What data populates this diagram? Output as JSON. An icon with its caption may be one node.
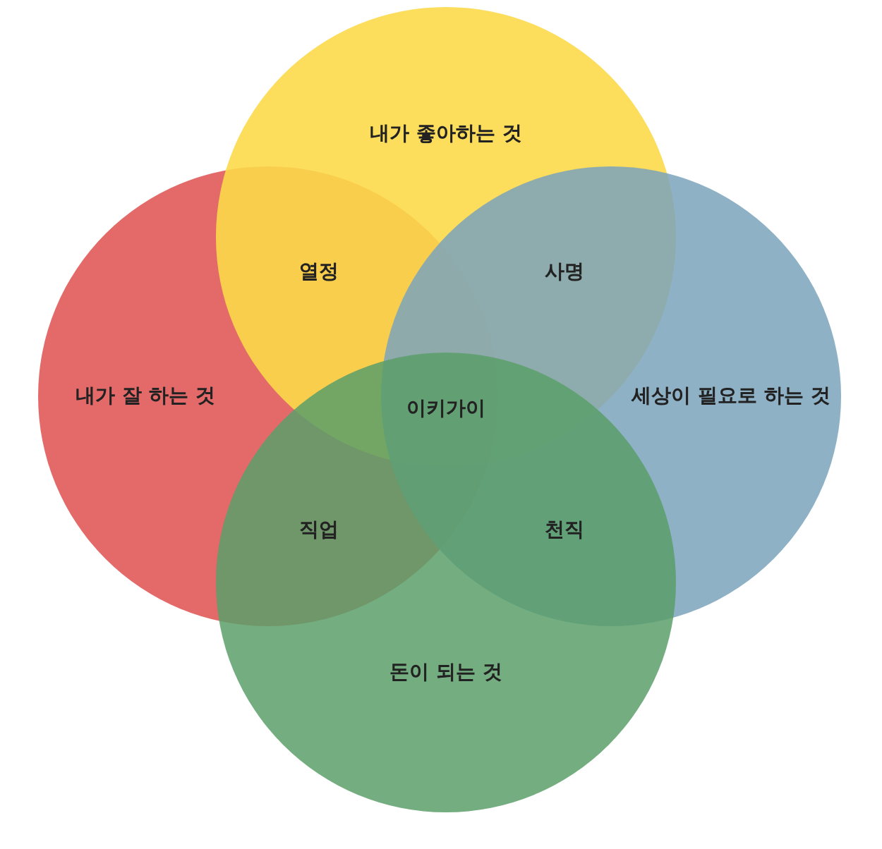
{
  "diagram": {
    "nodes": [
      {
        "text": [
          "내가 좋아하는 것"
        ]
      },
      {
        "text": [
          "내가 잘 하는 것"
        ]
      },
      {
        "text": [
          "세상이 필요로 하는 것"
        ]
      },
      {
        "text": [
          "돈이 되는 것"
        ]
      }
    ],
    "labels": [
      "열정",
      "사명",
      "이키가이",
      "직업",
      "천직"
    ]
  }
}
